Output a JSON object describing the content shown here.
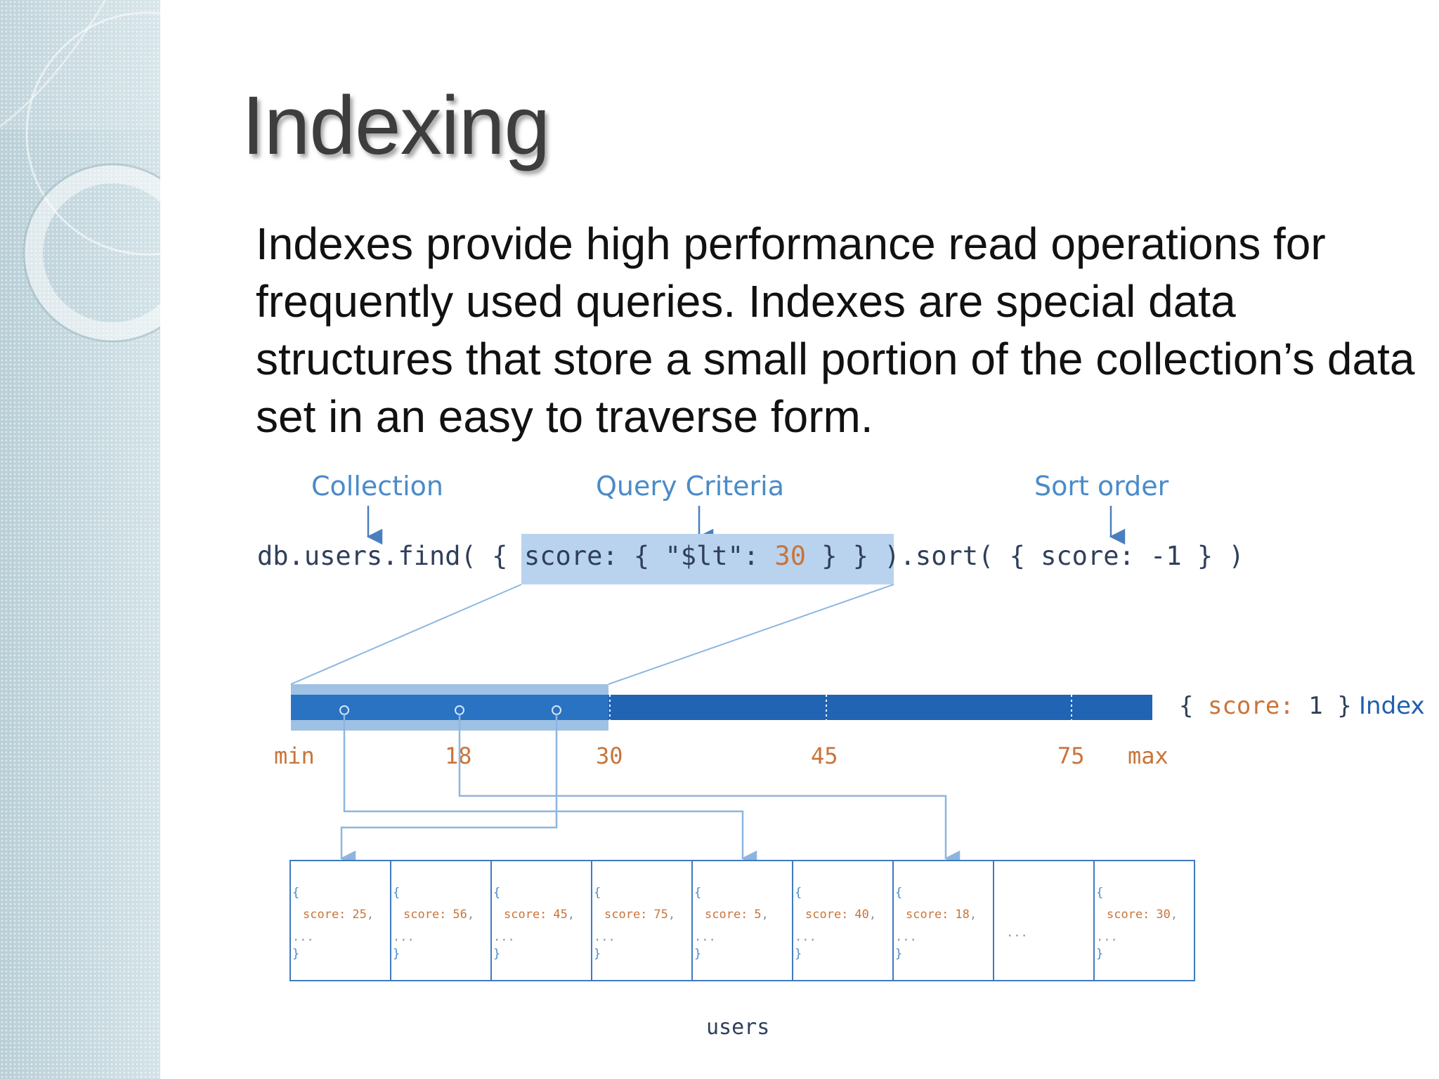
{
  "slide": {
    "title": "Indexing",
    "body": "Indexes provide high performance read operations for frequently used queries. Indexes are special data structures that store a small portion of the collection’s data set in an easy to traverse form."
  },
  "diagram": {
    "annotations": {
      "collection": "Collection",
      "query_criteria": "Query Criteria",
      "sort_order": "Sort order"
    },
    "query": {
      "prefix": "db.users.find( {",
      "criteria_head": "score: { \"$lt\": ",
      "criteria_value": "30",
      "criteria_tail": " } }",
      "sort_start": " ).sort( { score: -1 } )"
    },
    "index": {
      "open": "{ ",
      "field": "score:",
      "value": " 1",
      "close": " }",
      "label": "Index"
    },
    "scale_labels": [
      "min",
      "18",
      "30",
      "45",
      "75",
      "max"
    ],
    "documents": [
      {
        "open": "{",
        "field": "score:",
        "value": "25",
        "ellipsis": "...",
        "close": "}"
      },
      {
        "open": "{",
        "field": "score:",
        "value": "56",
        "ellipsis": "...",
        "close": "}"
      },
      {
        "open": "{",
        "field": "score:",
        "value": "45",
        "ellipsis": "...",
        "close": "}"
      },
      {
        "open": "{",
        "field": "score:",
        "value": "75",
        "ellipsis": "...",
        "close": "}"
      },
      {
        "open": "{",
        "field": "score:",
        "value": "5",
        "ellipsis": "...",
        "close": "}"
      },
      {
        "open": "{",
        "field": "score:",
        "value": "40",
        "ellipsis": "...",
        "close": "}"
      },
      {
        "open": "{",
        "field": "score:",
        "value": "18",
        "ellipsis": "...",
        "close": "}"
      },
      {
        "gap": "..."
      },
      {
        "open": "{",
        "field": "score:",
        "value": "30",
        "ellipsis": "...",
        "close": "}"
      }
    ],
    "collection_name": "users"
  },
  "colors": {
    "accent_blue": "#4a8bc9",
    "dark_blue": "#1f5fae",
    "index_bar": "#2164b3",
    "highlight": "#b9d3ee",
    "number_orange": "#c9743a",
    "code_text": "#2f3f5a"
  }
}
